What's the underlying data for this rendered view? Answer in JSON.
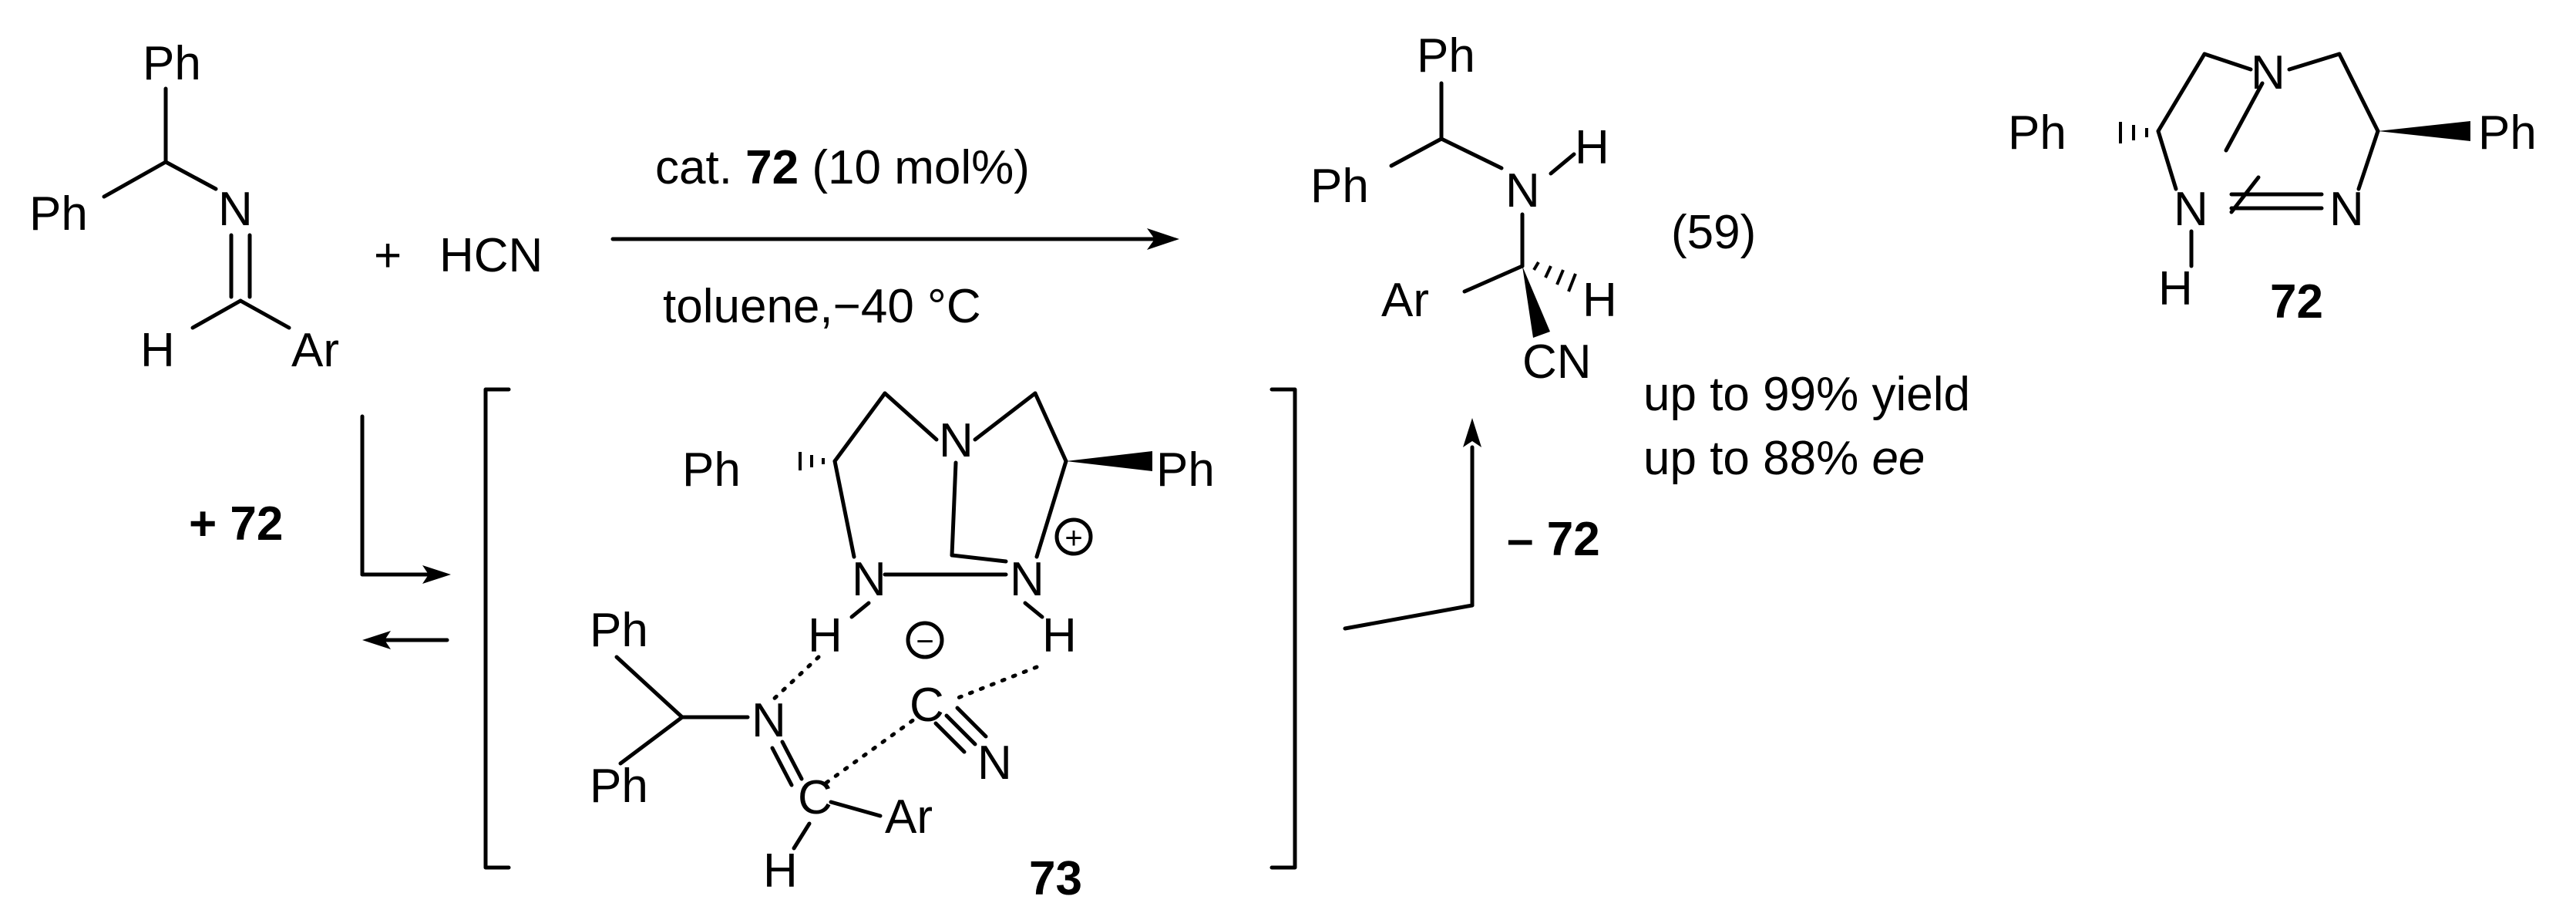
{
  "scheme": {
    "equation_number": "(59)",
    "reactant": {
      "ph_top": "Ph",
      "ph_left": "Ph",
      "n": "N",
      "h": "H",
      "ar": "Ar"
    },
    "plus": "+",
    "reagent": "HCN",
    "conditions": {
      "cat_prefix": "cat. ",
      "cat_number": "72",
      "cat_suffix": " (10 mol%)",
      "below": "toluene,−40 °C"
    },
    "product": {
      "ph_top": "Ph",
      "ph_left": "Ph",
      "n": "N",
      "h_n": "H",
      "ar": "Ar",
      "h_c": "H",
      "cn": "CN"
    },
    "yield_line1": "up to 99% yield",
    "ee_line_prefix": "up to 88% ",
    "ee_italic": "ee",
    "catalyst": {
      "ph_left": "Ph",
      "ph_right": "Ph",
      "n_top": "N",
      "n_ring": "N",
      "n_imine": "N",
      "h": "H",
      "number": "72"
    },
    "plus_cat": "+ 72",
    "minus_cat": "– 72",
    "intermediate": {
      "number": "73",
      "ph_left": "Ph",
      "ph_right": "Ph",
      "n_top": "N",
      "n_left": "N",
      "n_right": "N",
      "plus_sign": "+",
      "h_left": "H",
      "h_right": "H",
      "minus_sign": "−",
      "ph_sub1": "Ph",
      "ph_sub2": "Ph",
      "n_imine": "N",
      "c_anion": "C",
      "n_nitrile": "N",
      "c_imine": "C",
      "ar": "Ar",
      "h_bottom": "H"
    }
  }
}
